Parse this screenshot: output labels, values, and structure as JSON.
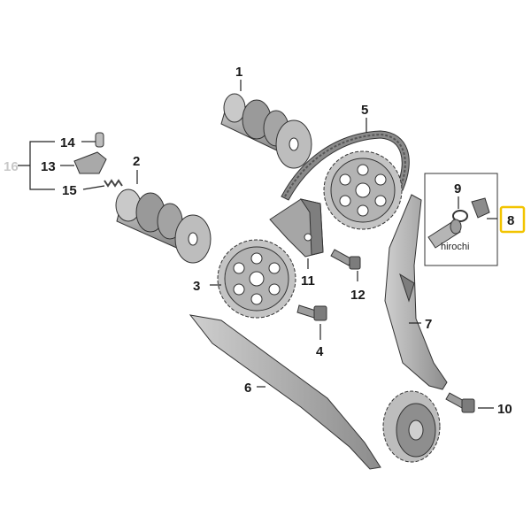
{
  "labels": {
    "p1": "1",
    "p2": "2",
    "p3": "3",
    "p4": "4",
    "p5": "5",
    "p6": "6",
    "p7": "7",
    "p8": "8",
    "p9": "9",
    "p10": "10",
    "p11": "11",
    "p12": "12",
    "p13": "13",
    "p14": "14",
    "p15": "15",
    "p16": "16"
  },
  "watermark": "hirochi",
  "colors": {
    "highlight": "#f2c400",
    "part_fill": "#b8b8b8",
    "part_dark": "#7a7a7a",
    "line": "#222222"
  }
}
